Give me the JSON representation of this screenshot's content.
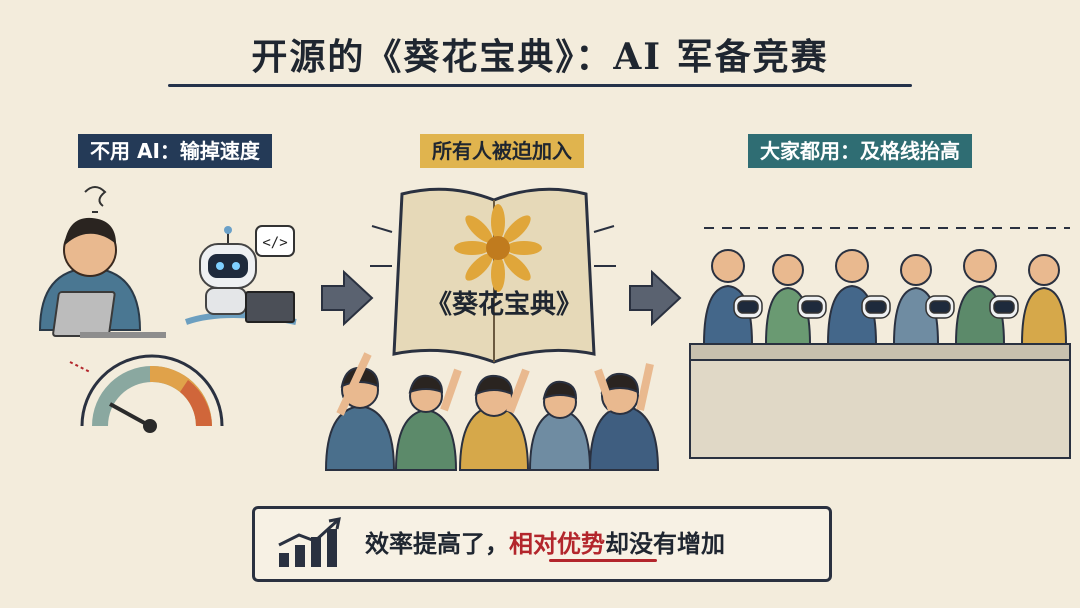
{
  "title": "开源的《葵花宝典》：AI 军备竞赛",
  "panels": {
    "left_label": "不用 AI：输掉速度",
    "middle_label": "所有人被迫加入",
    "right_label": "大家都用：及格线抬高"
  },
  "book_title": "《葵花宝典》",
  "code_bubble": "</>",
  "callout": {
    "part1": "效率提高了，",
    "highlight": "相对优势",
    "part2": "却没有增加"
  },
  "colors": {
    "navy": "#243a57",
    "gold": "#e0b44e",
    "teal": "#2f6d73",
    "highlight_red": "#b3262c"
  },
  "icons": [
    "question-squiggle-icon",
    "gauge-icon",
    "sun-flower-icon",
    "arrow-right-icon",
    "growth-chart-icon"
  ]
}
